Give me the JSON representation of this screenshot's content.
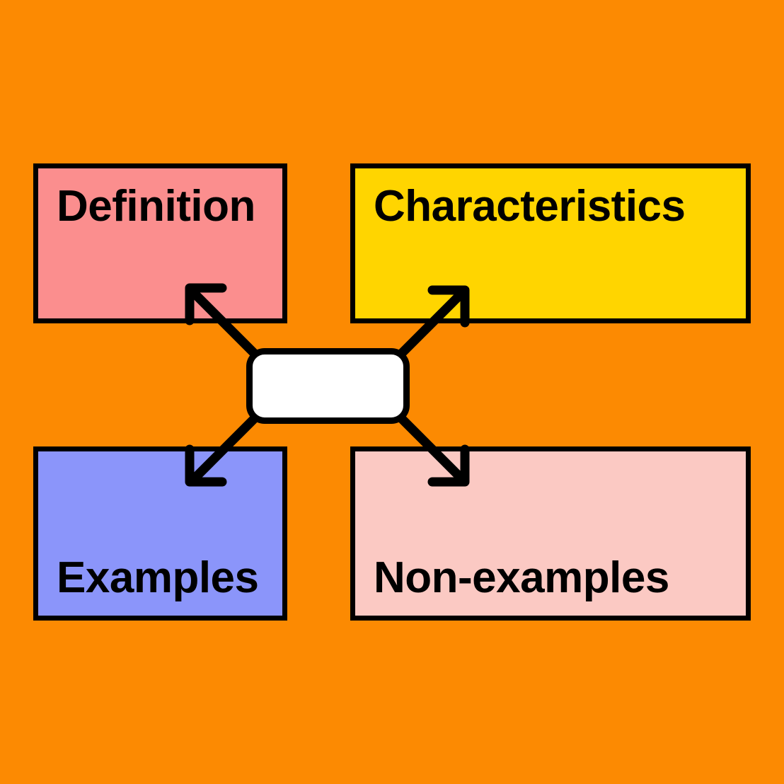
{
  "diagram": {
    "type": "frayer-model",
    "title": "Frayer Model concept map",
    "background_color": "#FC8A02",
    "outline_color": "#000000",
    "center": {
      "label": "",
      "fill_color": "#FFFFFF",
      "shape": "rounded-rectangle"
    },
    "quadrants": [
      {
        "id": "definition",
        "label": "Definition",
        "fill_color": "#FB8E8E",
        "position": "top-left",
        "text_align": "top-left",
        "arrow": "arrow-up-left-icon"
      },
      {
        "id": "characteristics",
        "label": "Characteristics",
        "fill_color": "#FFD500",
        "position": "top-right",
        "text_align": "top-left",
        "arrow": "arrow-up-right-icon"
      },
      {
        "id": "examples",
        "label": "Examples",
        "fill_color": "#8B95FA",
        "position": "bottom-left",
        "text_align": "bottom-left",
        "arrow": "arrow-down-left-icon"
      },
      {
        "id": "nonexamples",
        "label": "Non-examples",
        "fill_color": "#FBC9C3",
        "position": "bottom-right",
        "text_align": "bottom-left",
        "arrow": "arrow-down-right-icon"
      }
    ],
    "connectors": [
      {
        "id": "center-to-definition",
        "from": "center",
        "to": "definition",
        "direction": "up-left"
      },
      {
        "id": "center-to-characteristics",
        "from": "center",
        "to": "characteristics",
        "direction": "up-right"
      },
      {
        "id": "center-to-examples",
        "from": "center",
        "to": "examples",
        "direction": "down-left"
      },
      {
        "id": "center-to-nonexamples",
        "from": "center",
        "to": "nonexamples",
        "direction": "down-right"
      }
    ]
  }
}
